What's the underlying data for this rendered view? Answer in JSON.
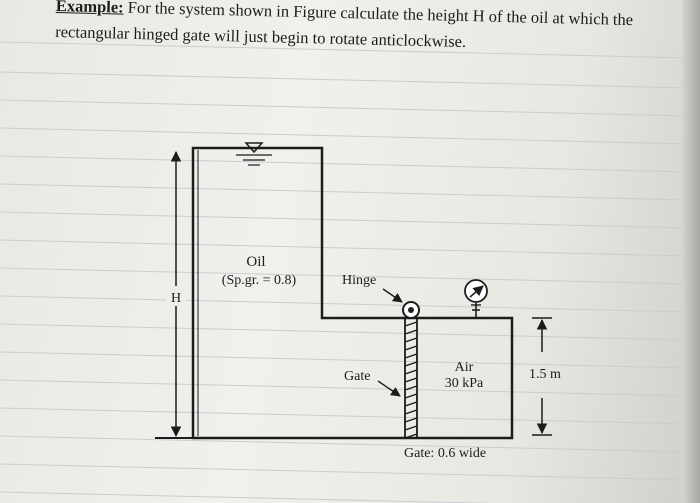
{
  "problem": {
    "label": "Example:",
    "line1": " For the system shown in Figure calculate the height H of the oil at which the",
    "line2": "rectangular hinged gate will just begin to rotate anticlockwise."
  },
  "figure": {
    "oil_label": "Oil",
    "oil_sg": "(Sp.gr. = 0.8)",
    "height_label": "H",
    "hinge_label": "Hinge",
    "gate_label": "Gate",
    "air_label": "Air",
    "air_pressure": "30 kPa",
    "depth_label": "1.5 m",
    "gate_width": "Gate: 0.6 wide"
  }
}
